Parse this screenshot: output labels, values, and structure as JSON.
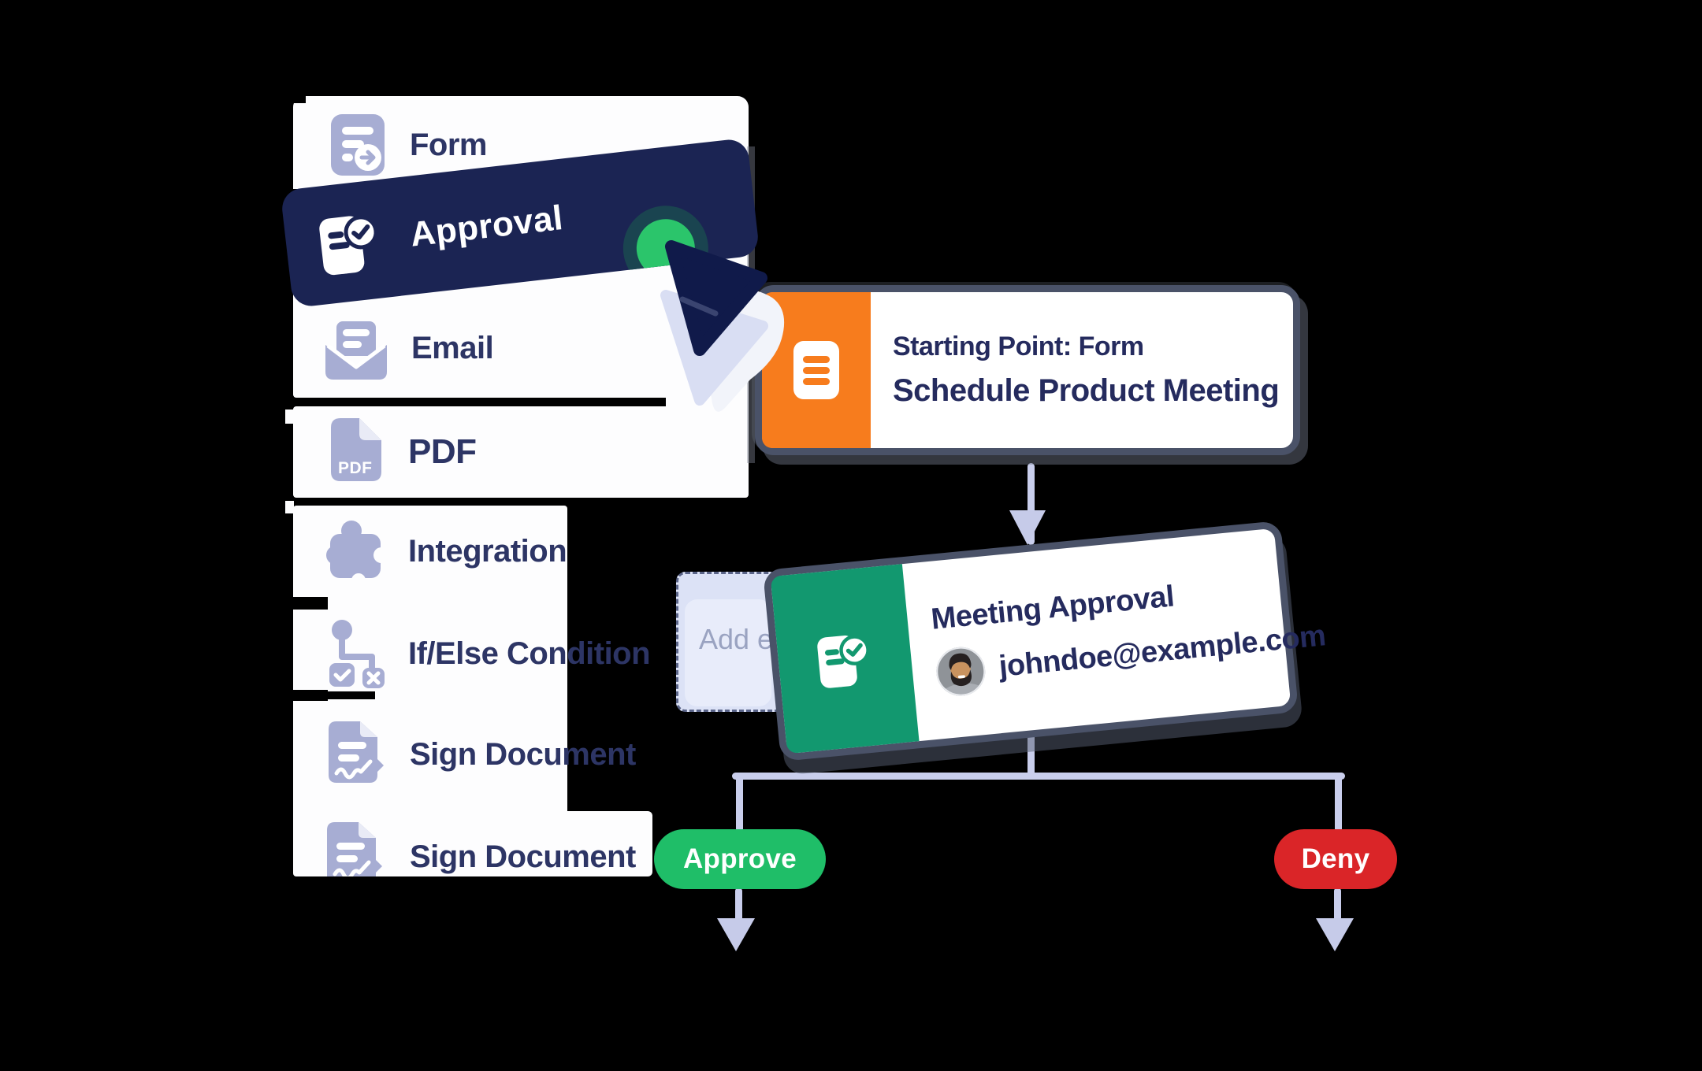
{
  "app": {
    "description": "Drag-and-drop workflow builder illustration"
  },
  "sidebar": {
    "items": [
      {
        "label": "Form",
        "icon": "form-icon"
      },
      {
        "label": "Approval",
        "icon": "approval-icon",
        "state": "dragging"
      },
      {
        "label": "Email",
        "icon": "email-icon"
      },
      {
        "label": "PDF",
        "icon": "pdf-icon",
        "icon_text": "PDF"
      },
      {
        "label": "Integration",
        "icon": "integration-icon"
      },
      {
        "label": "If/Else Condition",
        "icon": "if-else-icon"
      },
      {
        "label": "Sign Document",
        "icon": "sign-document-icon"
      },
      {
        "label": "Sign Document",
        "icon": "sign-document-icon"
      }
    ]
  },
  "flow": {
    "start_node": {
      "kicker": "Starting Point: Form",
      "title": "Schedule Product Meeting",
      "accent_color": "#f77c1d"
    },
    "drop_zone": {
      "label": "Add e"
    },
    "approval_node": {
      "title": "Meeting Approval",
      "assignee_email": "johndoe@example.com",
      "accent_color": "#12986f"
    },
    "branch_approve": {
      "label": "Approve",
      "color": "#1fbe68"
    },
    "branch_deny": {
      "label": "Deny",
      "color": "#da2528"
    }
  },
  "colors": {
    "background": "#000000",
    "panel": "#fdfdfe",
    "sidebar_icon": "#a7add3",
    "sidebar_text": "#2d3565",
    "drag_card": "#1b2453",
    "click_dot": "#2bc56b",
    "click_ring": "#1a4450",
    "connector": "#c9ceec",
    "card_border": "#4a5268",
    "card_text": "#252b5e"
  }
}
